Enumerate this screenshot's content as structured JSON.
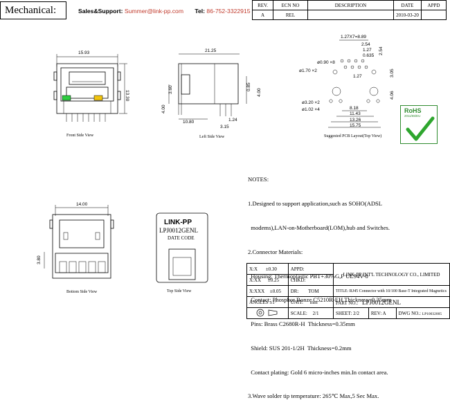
{
  "header": {
    "title": "Mechanical:",
    "sales_label": "Sales&Support:",
    "email": "Summer@link-pp.com",
    "tel_label": "Tel:",
    "tel": "86-752-3322915"
  },
  "revision_table": {
    "headers": [
      "REV.",
      "ECN NO",
      "DESCRIPTION",
      "DATE",
      "APPD"
    ],
    "row": [
      "A",
      "REL",
      "",
      "2010-03-20",
      ""
    ]
  },
  "views": {
    "front": "Front Side View",
    "left": "Left Side View",
    "pcb": "Suggested PCB Layout(Top View)",
    "bottom": "Bottom Side View",
    "top": "Top Side View"
  },
  "dims": {
    "front_width": "15.93",
    "front_height": "13.30",
    "left_width": "21.25",
    "left_360": "3.60",
    "left_400": "4.00",
    "left_1080": "10.80",
    "left_124": "1.24",
    "left_315": "3.15",
    "left_085": "0.85",
    "left_400b": "4.00",
    "pcb_pitch": "1.27X7=8.89",
    "pcb_254": "2.54",
    "pcb_127": "1.27",
    "pcb_0635": "0.635",
    "pcb_254b": "2.54",
    "pcb_305": "3.05",
    "pcb_127b": "1.27",
    "pcb_406": "4.06",
    "pcb_818": "8.18",
    "pcb_1143": "11.43",
    "pcb_1326": "13.26",
    "pcb_1575": "15.75",
    "pcb_hole090": "ø0.90 ×8",
    "pcb_hole170": "ø1.70 ×2",
    "pcb_hole320": "ø3.20 ×2",
    "pcb_hole102": "ø1.02 ×4",
    "bottom_width": "14.00",
    "bottom_380": "3.80"
  },
  "rohs": {
    "title": "RoHS",
    "sub": "2011/65/EU"
  },
  "top_label": {
    "brand": "LINK-PP",
    "part": "LPJ0012GENL",
    "date": "DATE CODE"
  },
  "notes": {
    "heading": "NOTES:",
    "lines": [
      "1.Designed to support application,such as SOHO(ADSL",
      "  modems),LAN-on-Motherboard(LOM),hub and Switches.",
      "2.Connector Materials:",
      "  Housing: Thermoplastic PBT+30%G,F UL94V-0",
      "  Contact: Phosphor Bonze C5210R-EH Thickness=0.35mm",
      "  Pins: Brass C2680R-H  Thickness=0.35mm",
      "  Shield: SUS 201-1/2H  Thickness=0.2mm",
      "  Contact plating: Gold 6 micro-inches min.In contact area.",
      "3.Wave solder tip temperature: 265℃ Max,5 Sec Max."
    ]
  },
  "title_block": {
    "tol_x": "X:X",
    "tol_x_val": "±0.30",
    "tol_xx": "X:XX",
    "tol_xx_val": "±0.25",
    "tol_xxx": "X:XXX",
    "tol_xxx_val": "±0.05",
    "angles": "ANGLES ±1°",
    "appd": "APPD:",
    "chkd": "CHKD:",
    "dr": "DR:",
    "dr_val": "TOM",
    "unit": "UNIT:",
    "unit_val": "mm",
    "company": "LINK-PP INT'L TECHNOLOGY CO., LIMITED",
    "title_label": "TITLE:",
    "title_val": "RJ45 Connector with 10/100 Base-T Integrated Magnetics",
    "part_label": "PART NO.:",
    "part_val": "LPJ0012GENL",
    "scale_label": "SCALE:",
    "scale_val": "2/1",
    "sheet_label": "SHEET:",
    "sheet_val": "2/2",
    "rev_label": "REV:",
    "rev_val": "A",
    "dwg_label": "DWG NO.:",
    "dwg_val": "LP10032005"
  }
}
